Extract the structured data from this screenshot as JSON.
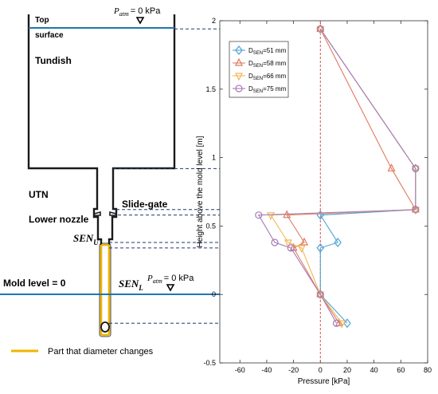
{
  "diagram": {
    "labels": {
      "top": "Top",
      "surface": "surface",
      "tundish": "Tundish",
      "utn": "UTN",
      "lower_nozzle": "Lower nozzle",
      "slide_gate": "Slide-gate",
      "sen_u": "SEN",
      "sen_u_sub": "U",
      "sen_l": "SEN",
      "sen_l_sub": "L",
      "mold_level": "Mold level = 0",
      "patm_top": "P",
      "patm_top_sub": "atm",
      "patm_top_value": "= 0 kPa",
      "patm_mold": "P",
      "patm_mold_sub": "atm",
      "patm_mold_value": "= 0 kPa",
      "legend_text": "Part that diameter changes"
    },
    "colors": {
      "vessel": "#1a1a1a",
      "level_line": "#1f77b4",
      "dashed_link": "#1f3a70",
      "changing_part": "#f0b400"
    }
  },
  "chart_data": {
    "type": "line",
    "xlabel": "Pressure [kPa]",
    "ylabel": "Height above the mold level [m]",
    "xlim": [
      -75,
      80
    ],
    "ylim": [
      -0.5,
      2
    ],
    "xticks": [
      "-60",
      "-40",
      "-20",
      "0",
      "20",
      "40",
      "60",
      "80"
    ],
    "yticks": [
      "-0.5",
      "0",
      "0.5",
      "1",
      "1.5",
      "2"
    ],
    "xtick_values": [
      -60,
      -40,
      -20,
      0,
      20,
      40,
      60,
      80
    ],
    "ytick_values": [
      -0.5,
      0,
      0.5,
      1,
      1.5,
      2
    ],
    "zero_line": true,
    "legend_position": "top-left",
    "series": [
      {
        "name": "D",
        "name_sub": "SEN",
        "name_value": "=51 mm",
        "color": "#4ea3d8",
        "marker": "diamond",
        "x": [
          0,
          71,
          71,
          0,
          13,
          0,
          0,
          20
        ],
        "y": [
          1.94,
          0.92,
          0.62,
          0.58,
          0.38,
          0.34,
          0.0,
          -0.21
        ]
      },
      {
        "name": "D",
        "name_sub": "SEN",
        "name_value": "=58 mm",
        "color": "#e07a5f",
        "marker": "triangle-up",
        "x": [
          0,
          53,
          71,
          -25,
          -12,
          -20,
          0,
          14
        ],
        "y": [
          1.94,
          0.92,
          0.62,
          0.58,
          0.38,
          0.34,
          0.0,
          -0.21
        ]
      },
      {
        "name": "D",
        "name_sub": "SEN",
        "name_value": "=66 mm",
        "color": "#f0b85a",
        "marker": "triangle-down",
        "x": [
          0,
          71,
          71,
          -37,
          -24,
          -14,
          0,
          16
        ],
        "y": [
          1.94,
          0.92,
          0.62,
          0.58,
          0.38,
          0.34,
          0.0,
          -0.21
        ]
      },
      {
        "name": "D",
        "name_sub": "SEN",
        "name_value": "=75 mm",
        "color": "#a87ab8",
        "marker": "circle",
        "x": [
          0,
          71,
          71,
          -46,
          -34,
          -22,
          0,
          12
        ],
        "y": [
          1.94,
          0.92,
          0.62,
          0.58,
          0.38,
          0.34,
          0.0,
          -0.21
        ]
      }
    ]
  }
}
